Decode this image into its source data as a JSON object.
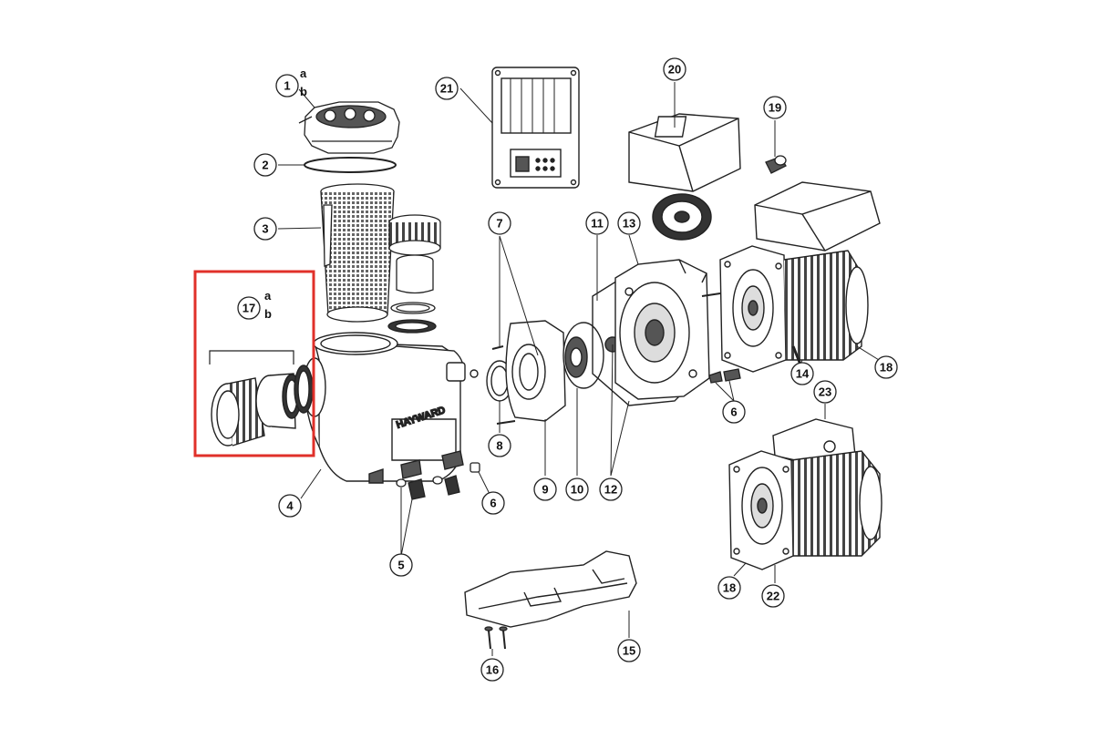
{
  "callouts": {
    "c1": "1",
    "c1a": "a",
    "c1b": "b",
    "c2": "2",
    "c3": "3",
    "c4": "4",
    "c5": "5",
    "c6a": "6",
    "c6b": "6",
    "c7": "7",
    "c8": "8",
    "c9": "9",
    "c10": "10",
    "c11": "11",
    "c12": "12",
    "c13": "13",
    "c14": "14",
    "c15": "15",
    "c16": "16",
    "c17": "17",
    "c17a": "a",
    "c17b": "b",
    "c18a": "18",
    "c18b": "18",
    "c19": "19",
    "c20": "20",
    "c21": "21",
    "c22": "22",
    "c23": "23"
  },
  "brand_text": "HAYWARD",
  "highlight_color": "#e0302a"
}
